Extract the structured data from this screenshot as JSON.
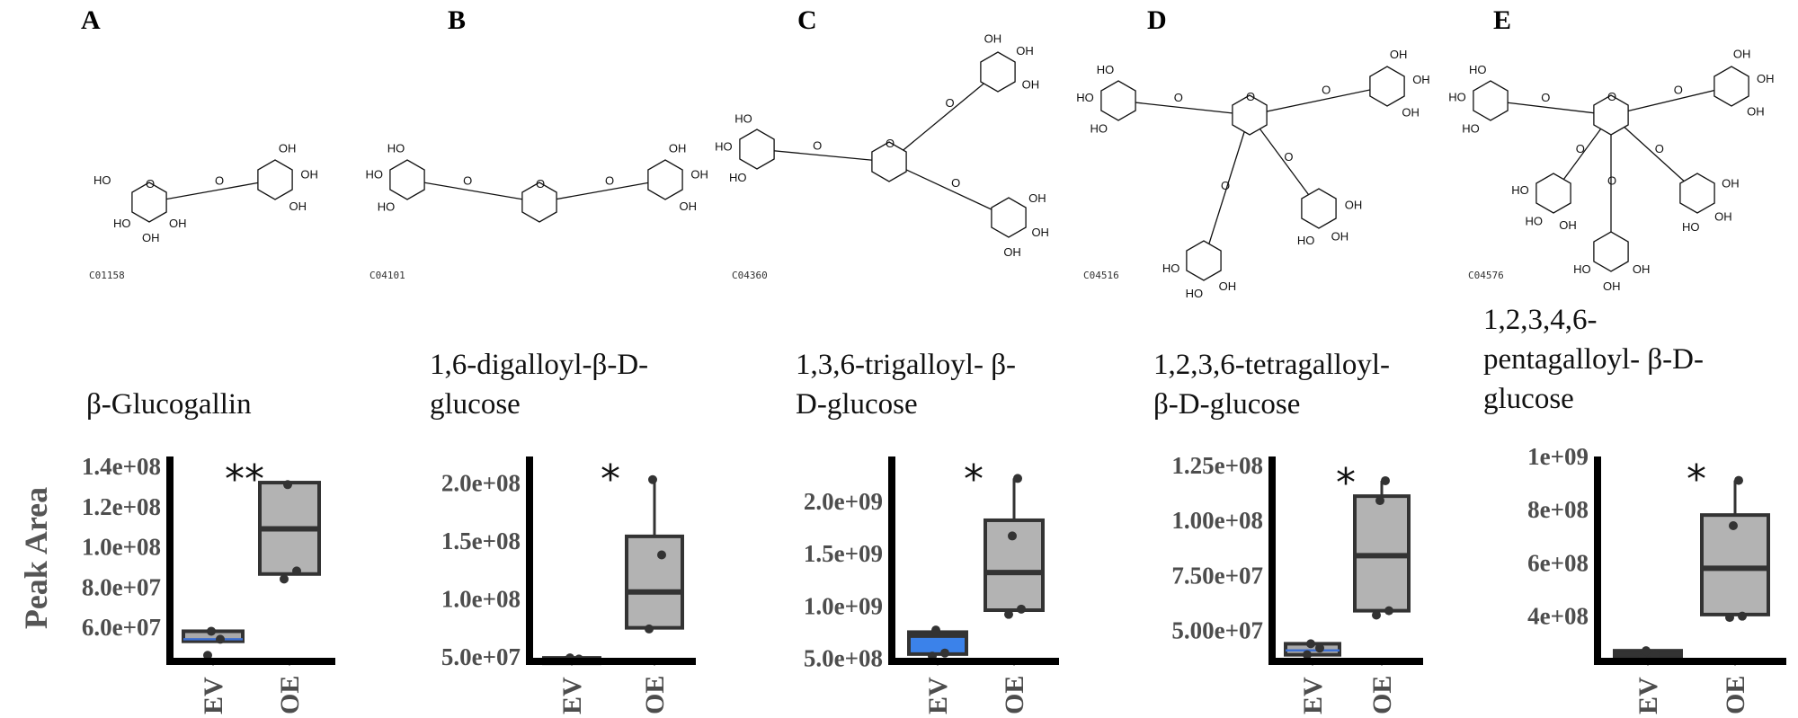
{
  "figure": {
    "ylabel": "Peak Area",
    "atom_labels": {
      "hydroxyl": "OH",
      "hydroxyl_left": "HO",
      "oxygen": "O"
    }
  },
  "chart_data": [
    {
      "type": "box",
      "panel": "A",
      "compound_id": "C01158",
      "galloyl_count": 1,
      "title_lines": [
        "β-Glucogallin"
      ],
      "ylabel": "Peak Area",
      "categories": [
        "EV",
        "OE"
      ],
      "ylim": [
        43000000,
        145000000
      ],
      "yticks": [
        60000000,
        80000000,
        100000000,
        120000000,
        140000000
      ],
      "ytick_labels": [
        "6.0e+07",
        "8.0e+07",
        "1.0e+08",
        "1.2e+08",
        "1.4e+08"
      ],
      "significance": "**",
      "groups": [
        {
          "name": "EV",
          "fill": "#a9a9a9",
          "median_color": "#3d6fd1",
          "q1": 53000000,
          "median": 54000000,
          "q3": 58000000,
          "whisker_low": 53000000,
          "whisker_high": 58000000,
          "points": [
            46000000,
            54000000,
            58000000
          ]
        },
        {
          "name": "OE",
          "fill": "#b3b3b3",
          "median_color": "#333333",
          "q1": 86500000,
          "median": 109000000,
          "q3": 132000000,
          "whisker_low": 86500000,
          "whisker_high": 132000000,
          "points": [
            84000000,
            88000000,
            131000000
          ]
        }
      ]
    },
    {
      "type": "box",
      "panel": "B",
      "compound_id": "C04101",
      "galloyl_count": 2,
      "title_lines": [
        "1,6-digalloyl-β-D-",
        "glucose"
      ],
      "categories": [
        "EV",
        "OE"
      ],
      "ylim": [
        46000000,
        223000000
      ],
      "yticks": [
        50000000,
        100000000,
        150000000,
        200000000
      ],
      "ytick_labels": [
        "5.0e+07",
        "1.0e+08",
        "1.5e+08",
        "2.0e+08"
      ],
      "significance": "*",
      "groups": [
        {
          "name": "EV",
          "fill": "#333333",
          "median_color": "#333333",
          "q1": 47000000,
          "median": 48000000,
          "q3": 49000000,
          "whisker_low": 47000000,
          "whisker_high": 49000000,
          "points": [
            47000000,
            48000000,
            49000000
          ]
        },
        {
          "name": "OE",
          "fill": "#b3b3b3",
          "median_color": "#333333",
          "q1": 75000000,
          "median": 106000000,
          "q3": 154000000,
          "whisker_low": 75000000,
          "whisker_high": 203000000,
          "points": [
            74000000,
            138000000,
            203000000
          ]
        }
      ]
    },
    {
      "type": "box",
      "panel": "C",
      "compound_id": "C04360",
      "galloyl_count": 3,
      "title_lines": [
        "1,3,6-trigalloyl- β-",
        "D-glucose"
      ],
      "categories": [
        "EV",
        "OE"
      ],
      "ylim": [
        470000000,
        2430000000
      ],
      "yticks": [
        500000000,
        1000000000,
        1500000000,
        2000000000
      ],
      "ytick_labels": [
        "5.0e+08",
        "1.0e+09",
        "1.5e+09",
        "2.0e+09"
      ],
      "significance": "*",
      "groups": [
        {
          "name": "EV",
          "fill": "#3b82ea",
          "median_color": "#333333",
          "q1": 540000000,
          "median": 720000000,
          "q3": 750000000,
          "whisker_low": 540000000,
          "whisker_high": 750000000,
          "points": [
            520000000,
            550000000,
            770000000
          ]
        },
        {
          "name": "OE",
          "fill": "#b3b3b3",
          "median_color": "#333333",
          "q1": 960000000,
          "median": 1320000000,
          "q3": 1820000000,
          "whisker_low": 960000000,
          "whisker_high": 2220000000,
          "points": [
            920000000,
            970000000,
            1670000000,
            2220000000
          ]
        }
      ]
    },
    {
      "type": "box",
      "panel": "D",
      "compound_id": "C04516",
      "galloyl_count": 4,
      "title_lines": [
        "1,2,3,6-tetragalloyl-",
        "β-D-glucose"
      ],
      "categories": [
        "EV",
        "OE"
      ],
      "ylim": [
        36000000,
        129000000
      ],
      "yticks": [
        50000000,
        75000000,
        100000000,
        125000000
      ],
      "ytick_labels": [
        "5.00e+07",
        "7.50e+07",
        "1.00e+08",
        "1.25e+08"
      ],
      "significance": "*",
      "groups": [
        {
          "name": "EV",
          "fill": "#a9a9a9",
          "median_color": "#3d6fd1",
          "q1": 39000000,
          "median": 41000000,
          "q3": 44000000,
          "whisker_low": 39000000,
          "whisker_high": 44000000,
          "points": [
            39000000,
            42000000,
            44000000
          ]
        },
        {
          "name": "OE",
          "fill": "#b3b3b3",
          "median_color": "#333333",
          "q1": 59000000,
          "median": 84000000,
          "q3": 111000000,
          "whisker_low": 59000000,
          "whisker_high": 118000000,
          "points": [
            57000000,
            59000000,
            109000000,
            118000000
          ]
        }
      ]
    },
    {
      "type": "box",
      "panel": "E",
      "compound_id": "C04576",
      "galloyl_count": 5,
      "title_lines": [
        "1,2,3,4,6-",
        "pentagalloyl- β-D-",
        "glucose"
      ],
      "categories": [
        "EV",
        "OE"
      ],
      "ylim": [
        230000000,
        1000000000
      ],
      "yticks": [
        400000000,
        600000000,
        800000000,
        1000000000
      ],
      "ytick_labels": [
        "4e+08",
        "6e+08",
        "8e+08",
        "1e+09"
      ],
      "significance": "*",
      "groups": [
        {
          "name": "EV",
          "fill": "#333333",
          "median_color": "#333333",
          "q1": 250000000,
          "median": 260000000,
          "q3": 270000000,
          "whisker_low": 250000000,
          "whisker_high": 270000000,
          "points": [
            240000000,
            255000000,
            270000000
          ]
        },
        {
          "name": "OE",
          "fill": "#b3b3b3",
          "median_color": "#333333",
          "q1": 406000000,
          "median": 580000000,
          "q3": 780000000,
          "whisker_low": 406000000,
          "whisker_high": 910000000,
          "points": [
            395000000,
            400000000,
            740000000,
            910000000
          ]
        }
      ]
    }
  ]
}
